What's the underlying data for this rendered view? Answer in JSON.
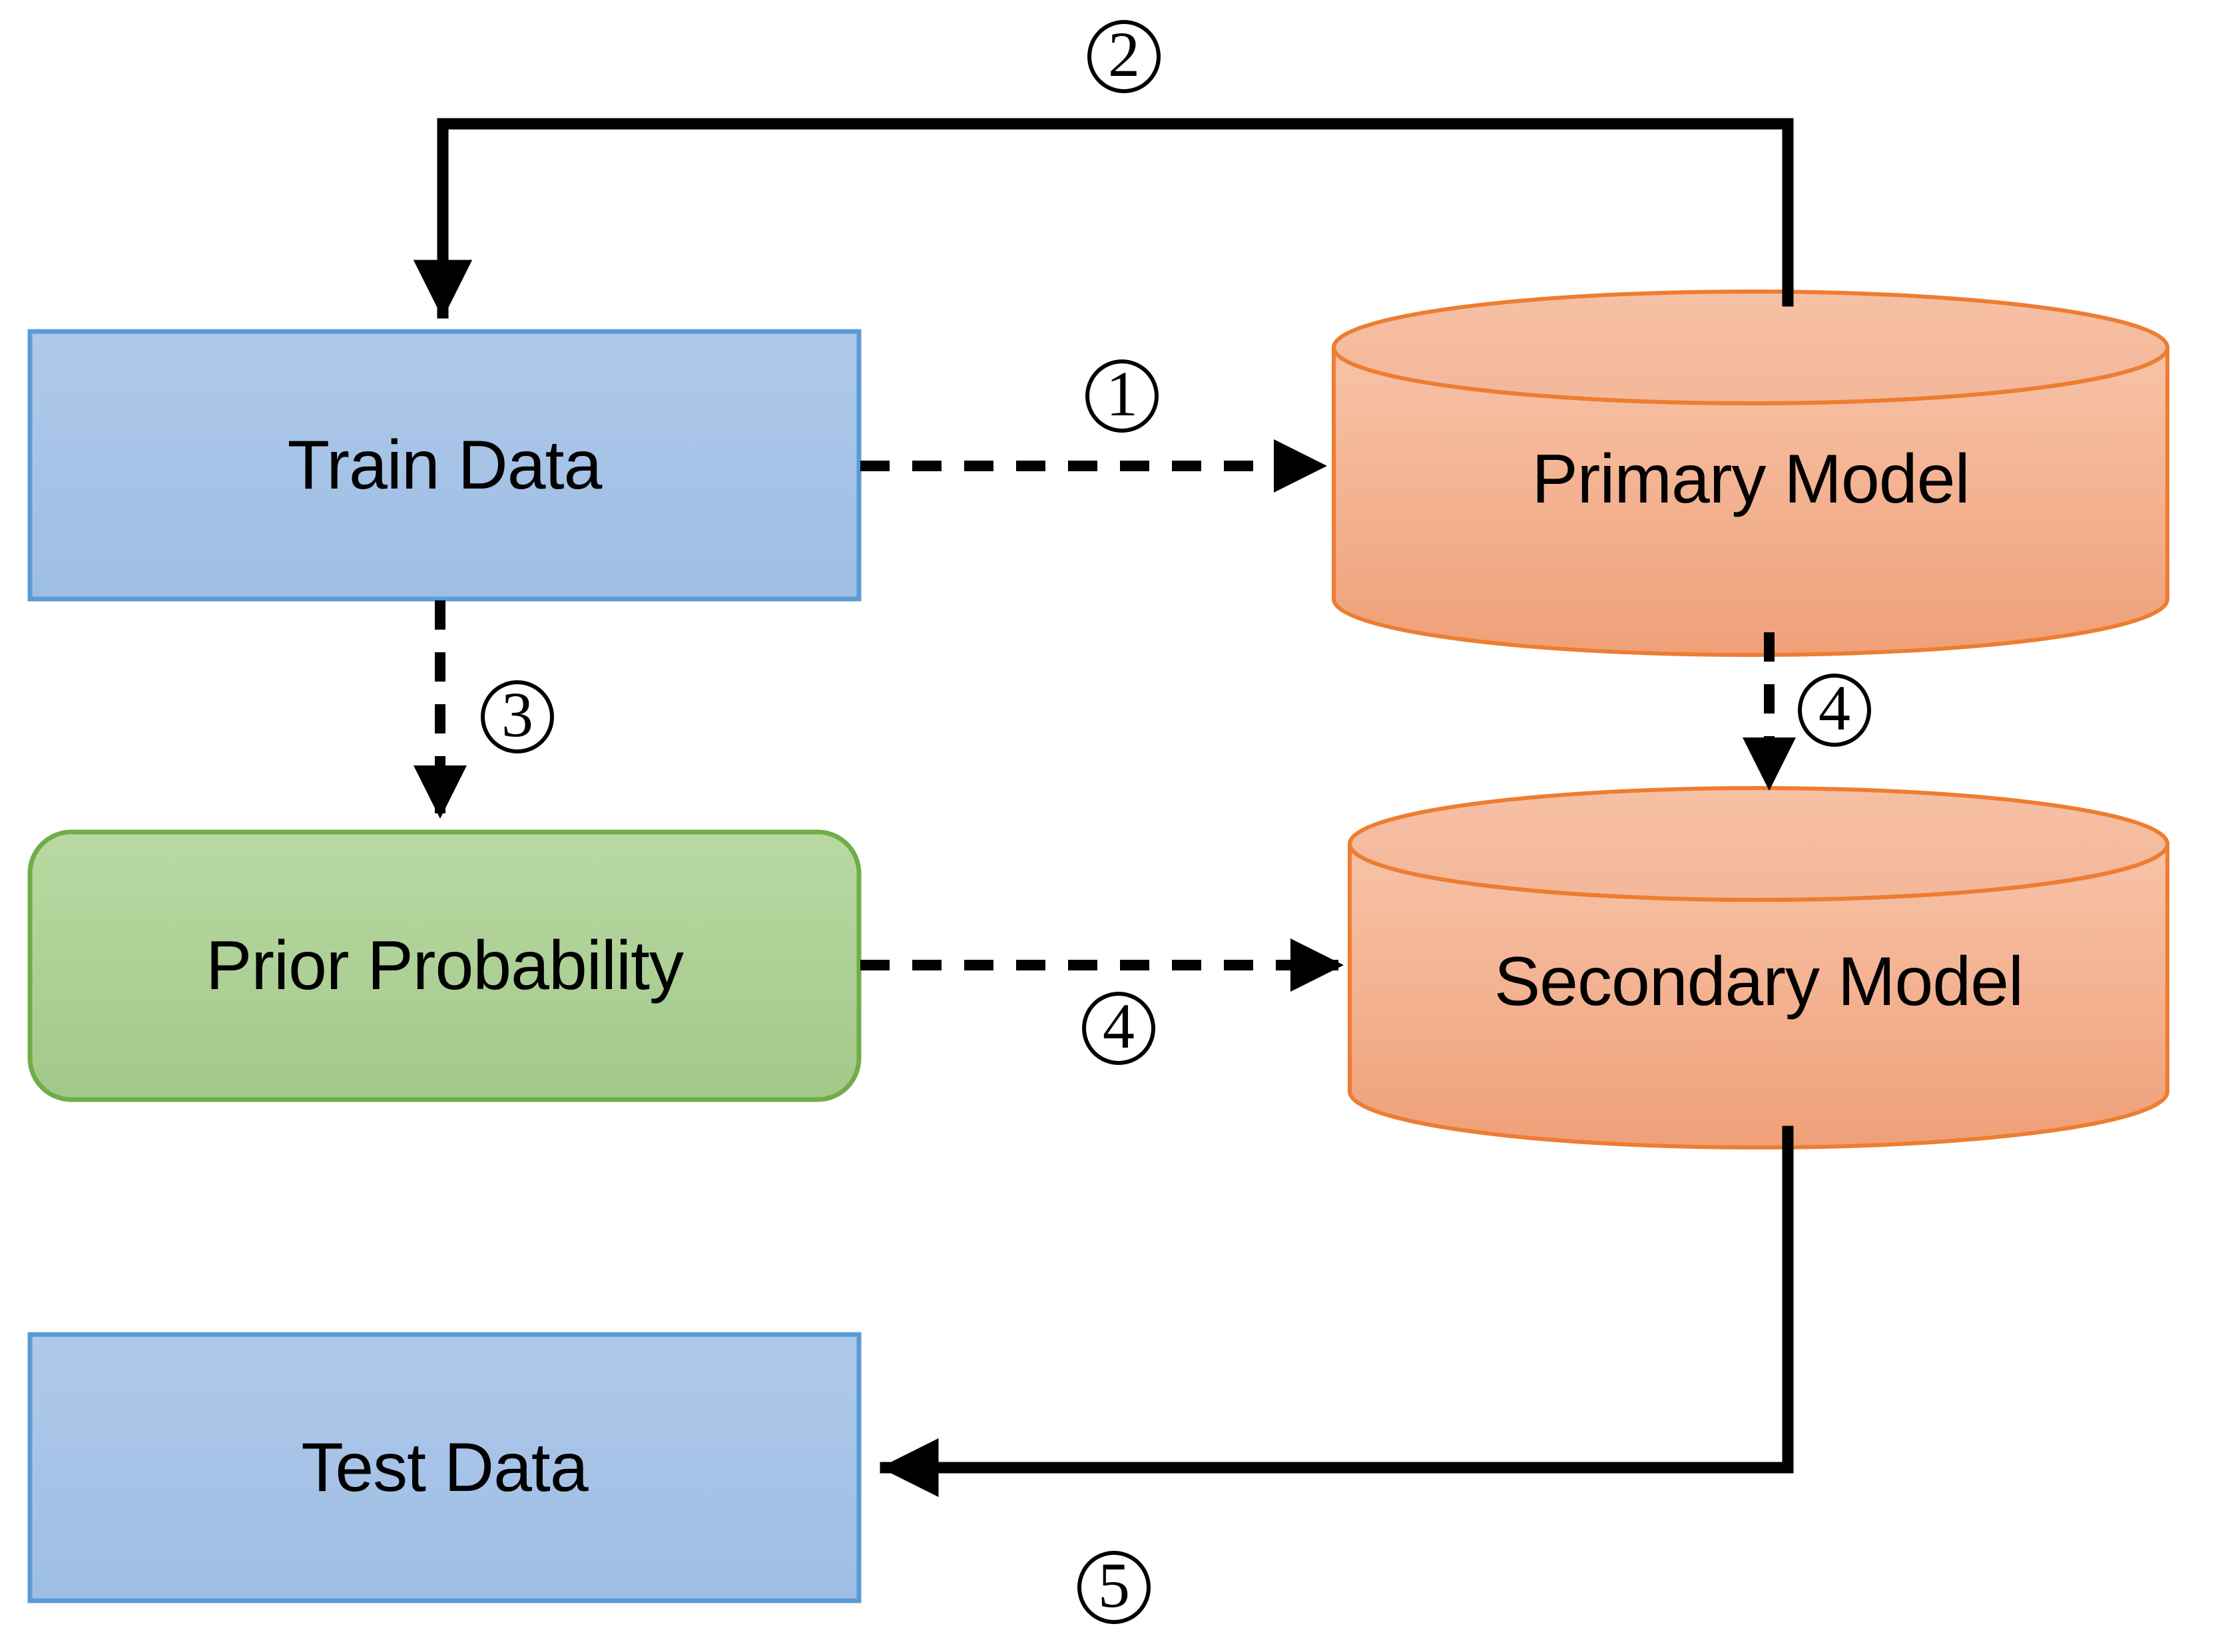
{
  "diagram": {
    "title": "Two-stage model training and testing workflow",
    "colors": {
      "data_box_fill_top": "#AFC9EA",
      "data_box_fill_bottom": "#9FBFE4",
      "data_box_border": "#5B9BD5",
      "prior_box_fill_top": "#B7D7A1",
      "prior_box_fill_bottom": "#A3C98B",
      "prior_box_border": "#70AD47",
      "cylinder_fill_top": "#F6BFA2",
      "cylinder_fill_bottom": "#EFA27C",
      "cylinder_border": "#ED7D31",
      "connector_stroke": "#000000",
      "label_text": "#000000"
    },
    "nodes": [
      {
        "id": "train-data",
        "label": "Train Data",
        "shape": "rectangle"
      },
      {
        "id": "primary-model",
        "label": "Primary Model",
        "shape": "cylinder"
      },
      {
        "id": "prior-probability",
        "label": "Prior Probability",
        "shape": "rounded-rectangle"
      },
      {
        "id": "secondary-model",
        "label": "Secondary Model",
        "shape": "cylinder"
      },
      {
        "id": "test-data",
        "label": "Test Data",
        "shape": "rectangle"
      }
    ],
    "connectors": [
      {
        "id": "conn-1",
        "step": "1",
        "from": "train-data",
        "to": "primary-model",
        "style": "dashed",
        "direction": "right"
      },
      {
        "id": "conn-2",
        "step": "2",
        "from": "primary-model",
        "to": "train-data",
        "style": "solid",
        "direction": "feedback-up"
      },
      {
        "id": "conn-3",
        "step": "3",
        "from": "train-data",
        "to": "prior-probability",
        "style": "dashed",
        "direction": "down"
      },
      {
        "id": "conn-4a",
        "step": "4",
        "from": "primary-model",
        "to": "secondary-model",
        "style": "dashed",
        "direction": "down"
      },
      {
        "id": "conn-4b",
        "step": "4",
        "from": "prior-probability",
        "to": "secondary-model",
        "style": "dashed",
        "direction": "right"
      },
      {
        "id": "conn-5",
        "step": "5",
        "from": "secondary-model",
        "to": "test-data",
        "style": "solid",
        "direction": "left"
      }
    ],
    "step_badges": [
      {
        "id": "badge-1",
        "text": "1"
      },
      {
        "id": "badge-2",
        "text": "2"
      },
      {
        "id": "badge-3",
        "text": "3"
      },
      {
        "id": "badge-4-models",
        "text": "4"
      },
      {
        "id": "badge-4-prior",
        "text": "4"
      },
      {
        "id": "badge-5",
        "text": "5"
      }
    ]
  }
}
